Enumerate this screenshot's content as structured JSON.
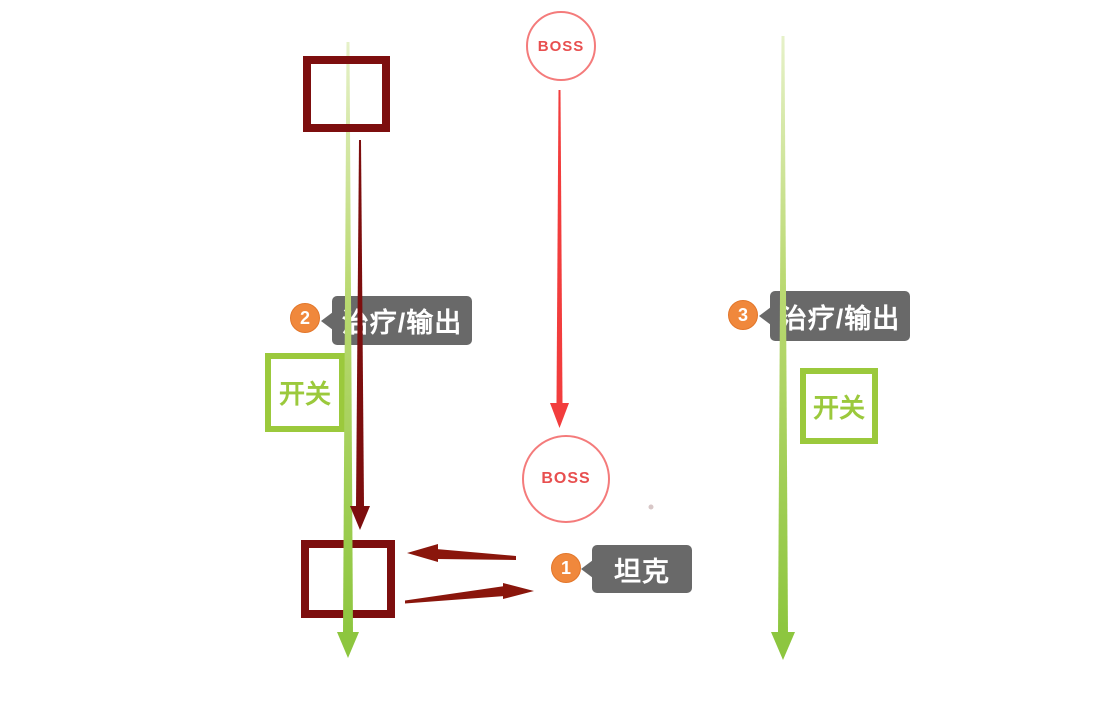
{
  "diagram": {
    "boss_top_label": "BOSS",
    "boss_bottom_label": "BOSS",
    "markers": {
      "tank": {
        "number": "1",
        "label": "坦克"
      },
      "heal_left": {
        "number": "2",
        "label": "治疗/输出"
      },
      "heal_right": {
        "number": "3",
        "label": "治疗/输出"
      }
    },
    "switches": {
      "left": {
        "label": "开关"
      },
      "right": {
        "label": "开关"
      }
    },
    "colors": {
      "lane_green": "#8dc63f",
      "dark_red": "#7d0e0e",
      "hand_arrow_red": "#8a160c",
      "boss_arrow_red": "#f23d3d",
      "boss_stroke": "#f47b7b",
      "bubble_gray": "#696969",
      "badge_orange": "#f0883c",
      "switch_green": "#9bc93c"
    }
  }
}
